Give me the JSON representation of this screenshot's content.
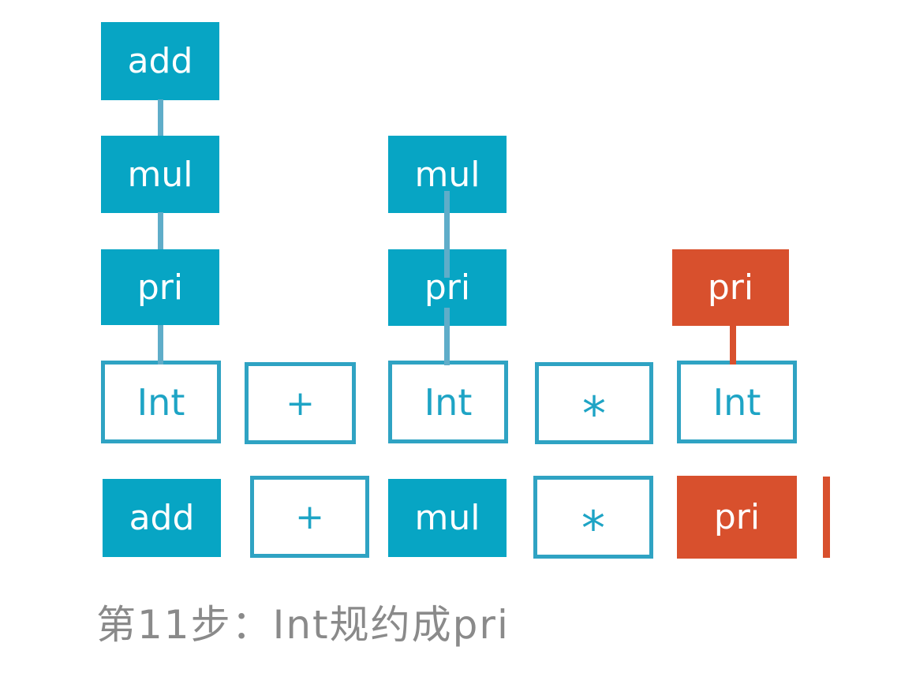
{
  "colors": {
    "teal": "#07a5c4",
    "teal_border": "#2fa3c3",
    "teal_text": "#1ea4c5",
    "teal_line": "#5fadc9",
    "orange": "#d8502d",
    "caption_gray": "#8a8a8a",
    "background": "#ffffff"
  },
  "parse_trees": {
    "left": {
      "add": "add",
      "mul": "mul",
      "pri": "pri",
      "int": "Int"
    },
    "middle": {
      "mul": "mul",
      "pri": "pri",
      "int": "Int"
    },
    "right": {
      "pri": "pri",
      "int": "Int"
    }
  },
  "tokens": {
    "plus": "+",
    "star": "*"
  },
  "token_row": {
    "add": "add",
    "plus": "+",
    "mul": "mul",
    "star": "*",
    "pri": "pri"
  },
  "caption": "第11步：Int规约成pri"
}
